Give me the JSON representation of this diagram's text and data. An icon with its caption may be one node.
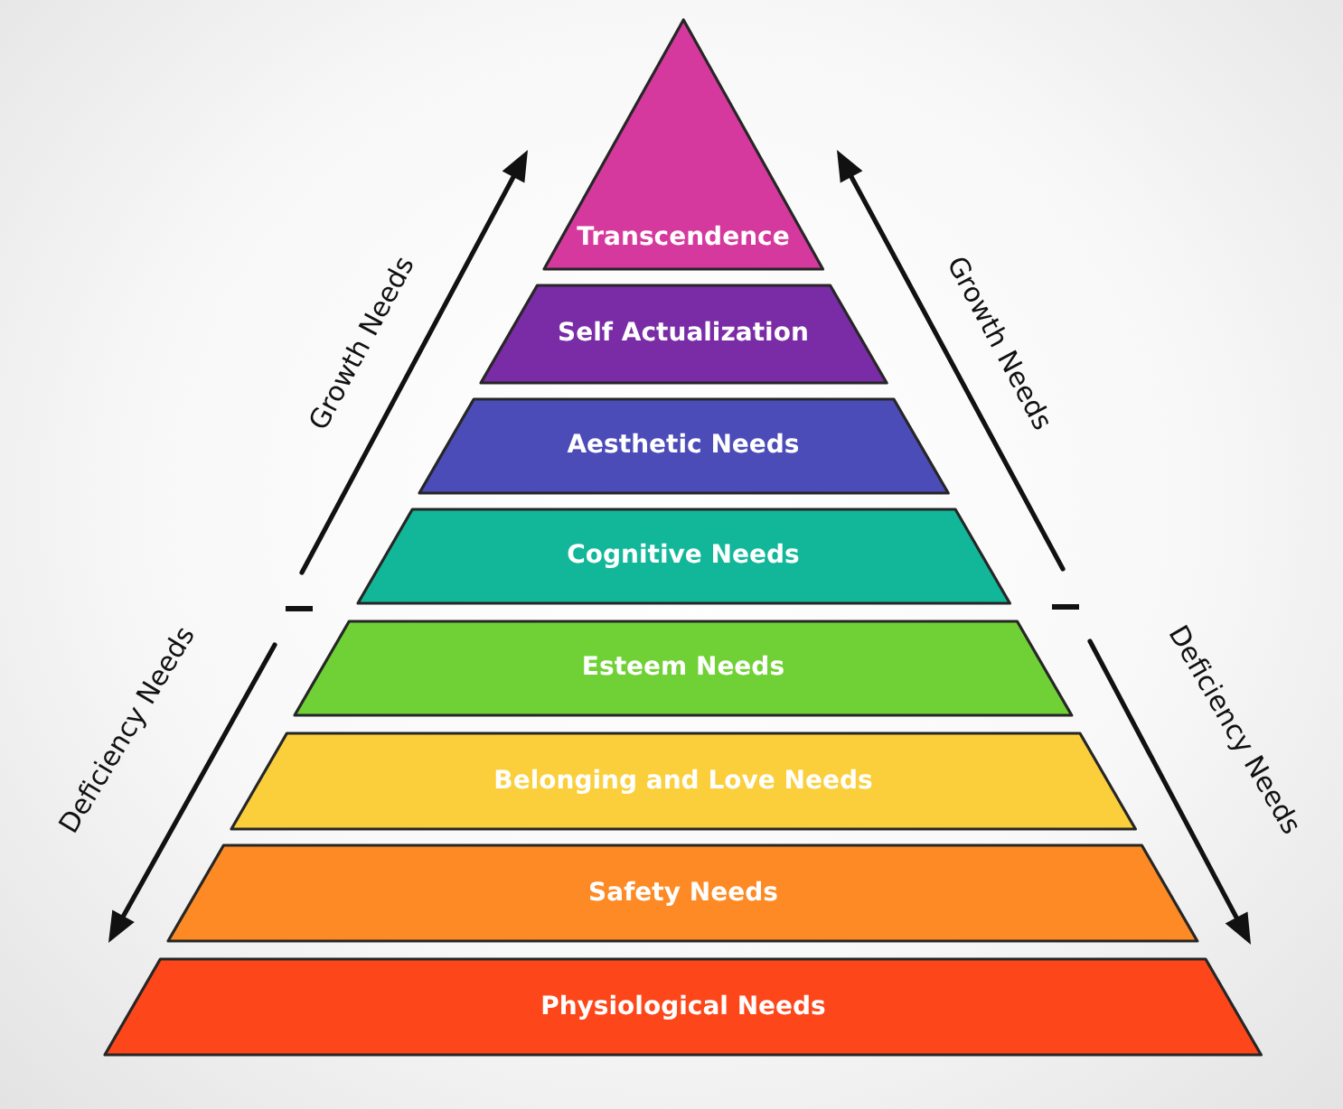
{
  "diagram": {
    "nodes": [
      {
        "text": [
          "Transcendence"
        ]
      },
      {
        "text": [
          "Self Actualization"
        ]
      },
      {
        "text": [
          "Aesthetic Needs"
        ]
      },
      {
        "text": [
          "Cognitive Needs"
        ]
      },
      {
        "text": [
          "Esteem Needs"
        ]
      },
      {
        "text": [
          "Belonging and Love Needs"
        ]
      },
      {
        "text": [
          "Safety Needs"
        ]
      },
      {
        "text": [
          "Physiological Needs"
        ]
      }
    ],
    "labels": [
      "Growth Needs",
      "Growth Needs",
      "Deficiency Needs",
      "Deficiency Needs"
    ]
  }
}
